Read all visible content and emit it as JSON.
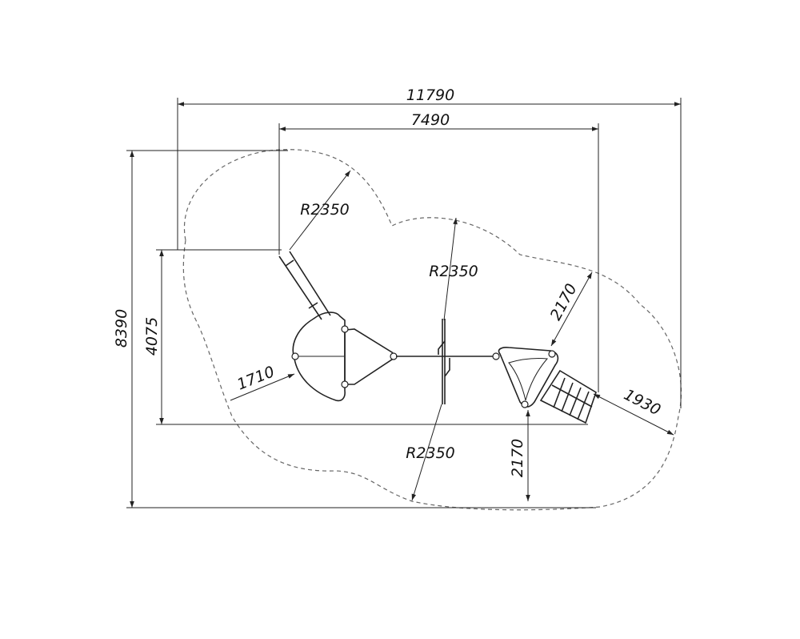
{
  "dimensions": {
    "overall_width": "11790",
    "equipment_width": "7490",
    "overall_height": "8390",
    "equipment_height": "4075",
    "radius_top_left": "R2350",
    "radius_center_top": "R2350",
    "radius_center_bottom": "R2350",
    "offset_left": "1710",
    "offset_right_top": "2170",
    "offset_right_bottom": "2170",
    "offset_slide": "1930"
  }
}
